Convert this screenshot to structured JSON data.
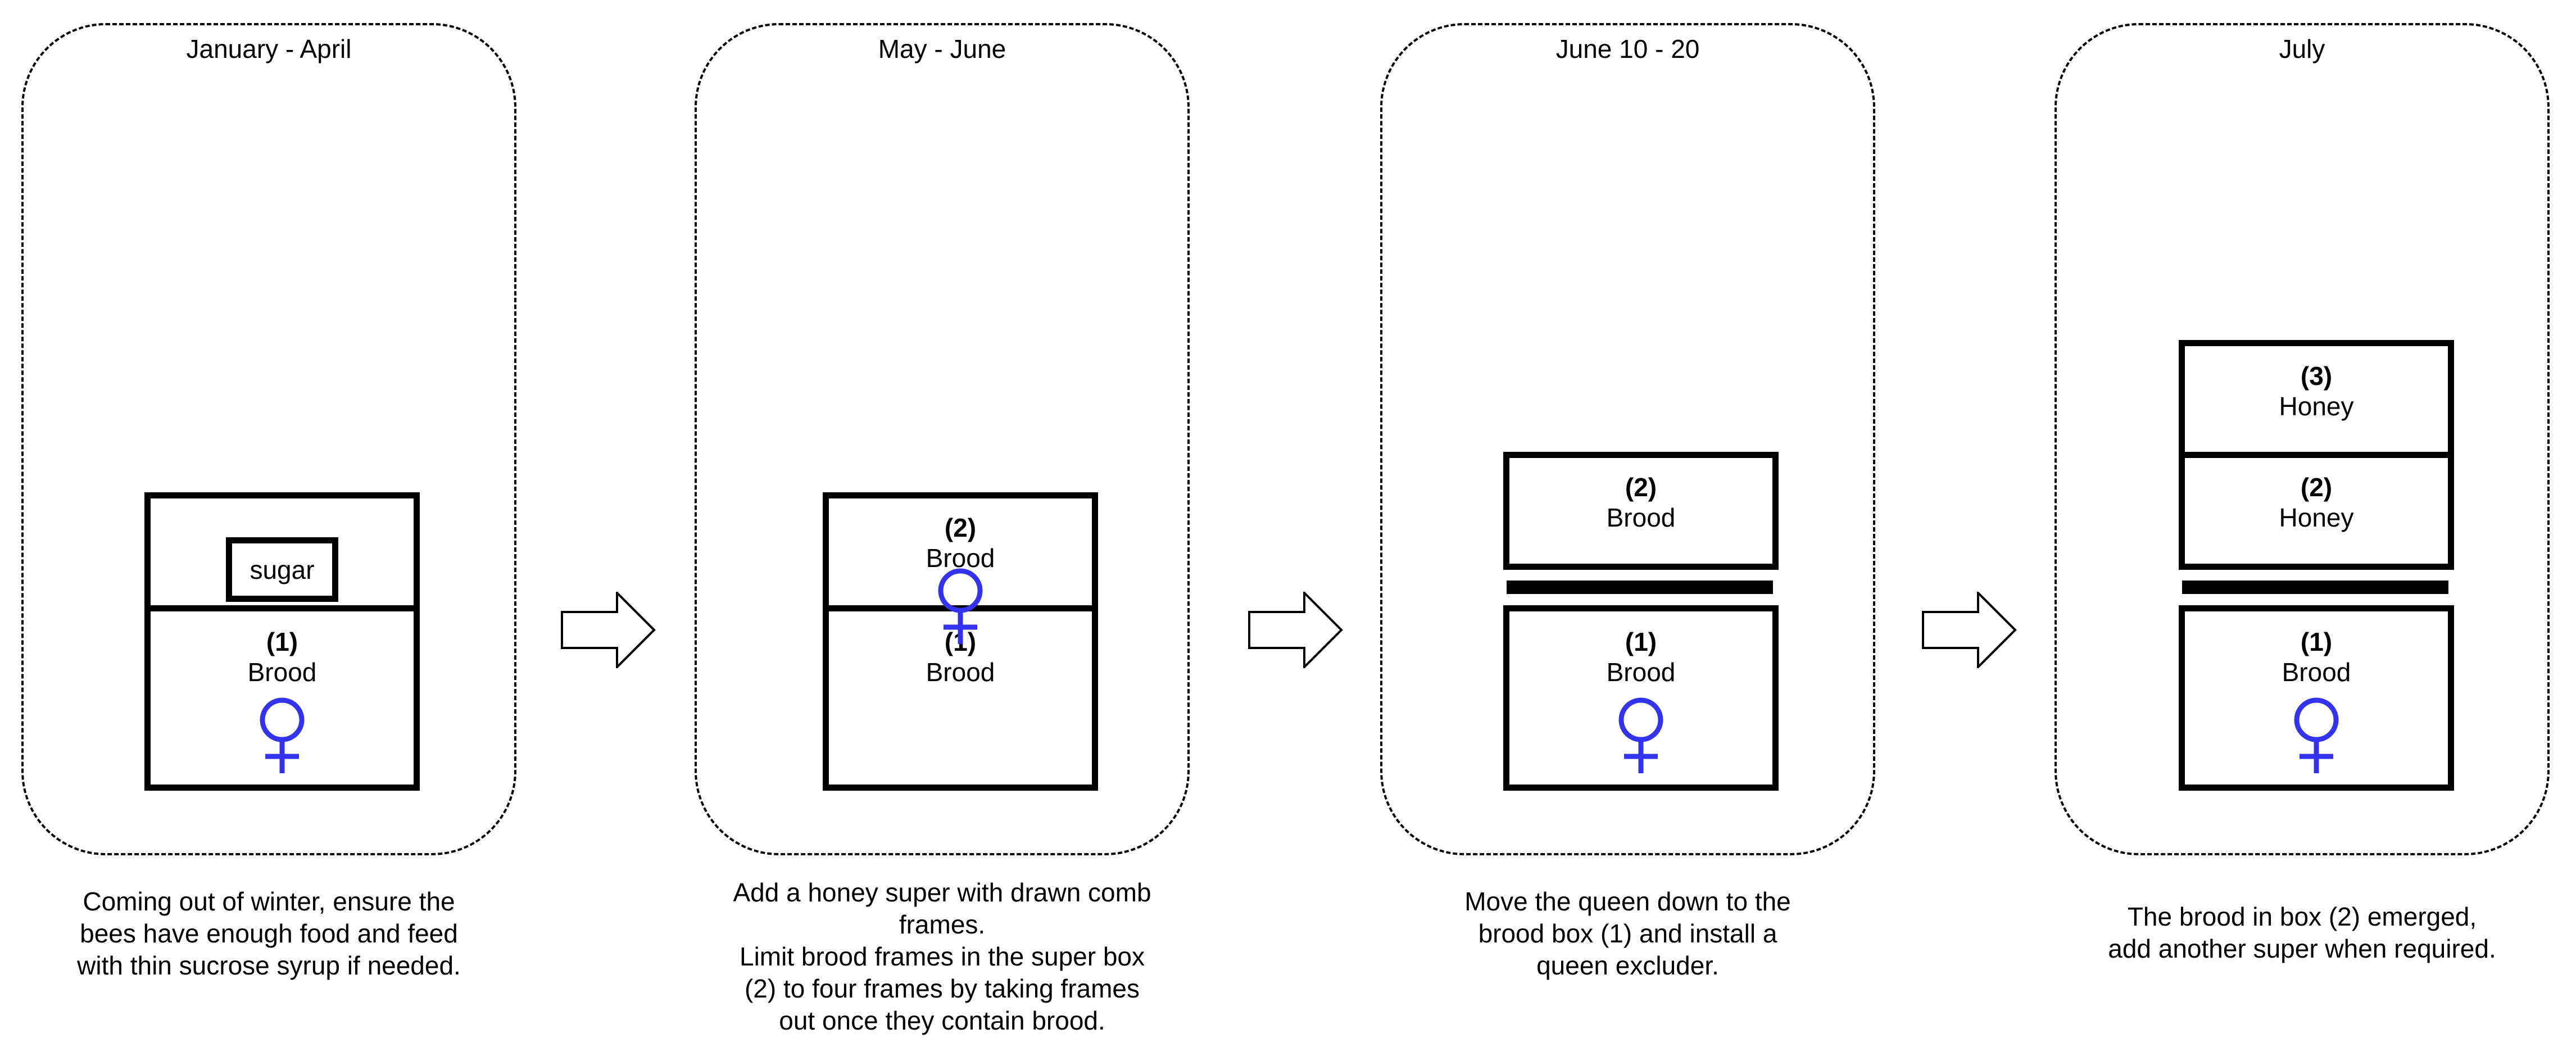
{
  "panels": [
    {
      "title": "January - April",
      "sugar_label": "sugar",
      "boxes": [
        {
          "number": "(1)",
          "label": "Brood"
        }
      ],
      "description": [
        "Coming out of winter, ensure the",
        "bees have enough food and feed",
        "with thin sucrose syrup if needed."
      ]
    },
    {
      "title": "May - June",
      "boxes": [
        {
          "number": "(2)",
          "label": "Brood"
        },
        {
          "number": "(1)",
          "label": "Brood"
        }
      ],
      "description": [
        "Add a honey super with drawn comb",
        "frames.",
        "Limit brood frames in the super box",
        "(2) to four frames by taking frames",
        "out once they contain brood."
      ]
    },
    {
      "title": "June 10 - 20",
      "boxes": [
        {
          "number": "(2)",
          "label": "Brood"
        },
        {
          "number": "(1)",
          "label": "Brood"
        }
      ],
      "description": [
        "Move the queen down to the",
        "brood box (1) and install a",
        "queen excluder."
      ]
    },
    {
      "title": "July",
      "boxes": [
        {
          "number": "(3)",
          "label": "Honey"
        },
        {
          "number": "(2)",
          "label": "Honey"
        },
        {
          "number": "(1)",
          "label": "Brood"
        }
      ],
      "description": [
        "The brood in box (2) emerged,",
        "add another super when required."
      ]
    }
  ],
  "icons": {
    "queen": "female-symbol-icon",
    "step": "right-arrow-icon"
  },
  "colors": {
    "queen_symbol": "#3333ee",
    "line": "#000000",
    "background": "#ffffff"
  }
}
